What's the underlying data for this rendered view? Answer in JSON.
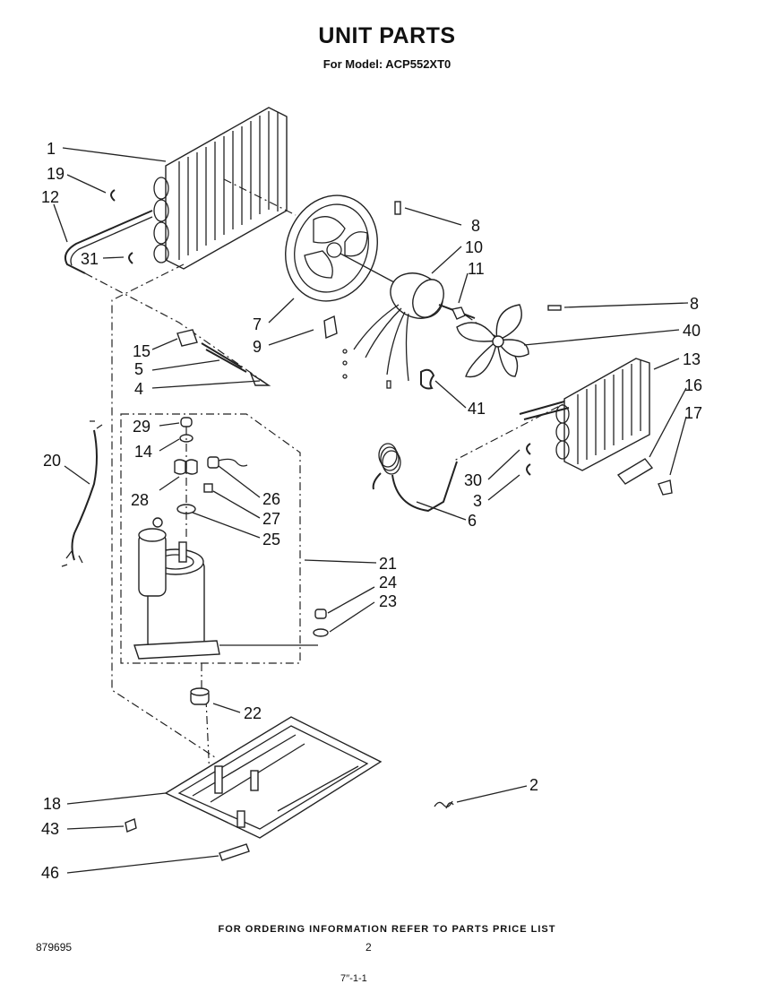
{
  "header": {
    "title": "UNIT PARTS",
    "subtitle": "For Model: ACP552XT0"
  },
  "callouts": [
    "1",
    "19",
    "12",
    "31",
    "15",
    "5",
    "4",
    "8",
    "10",
    "11",
    "7",
    "9",
    "8",
    "40",
    "13",
    "16",
    "17",
    "41",
    "29",
    "14",
    "28",
    "26",
    "27",
    "25",
    "20",
    "30",
    "3",
    "6",
    "21",
    "24",
    "23",
    "22",
    "2",
    "18",
    "43",
    "46"
  ],
  "footer": {
    "order_info": "FOR ORDERING INFORMATION REFER TO PARTS PRICE LIST",
    "doc_number": "879695",
    "page_number": "2",
    "bottom_mark": "7′′-1-1"
  }
}
